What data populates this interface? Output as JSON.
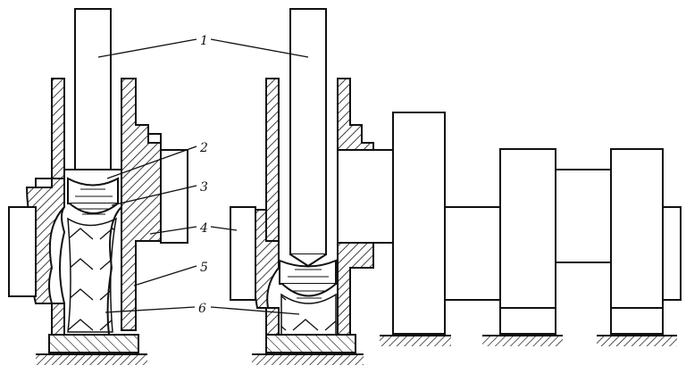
{
  "labels": {
    "l1": "1",
    "l2": "2",
    "l3": "3",
    "l4": "4",
    "l5": "5",
    "l6": "6"
  },
  "colors": {
    "ink": "#111111",
    "paper": "#ffffff"
  }
}
